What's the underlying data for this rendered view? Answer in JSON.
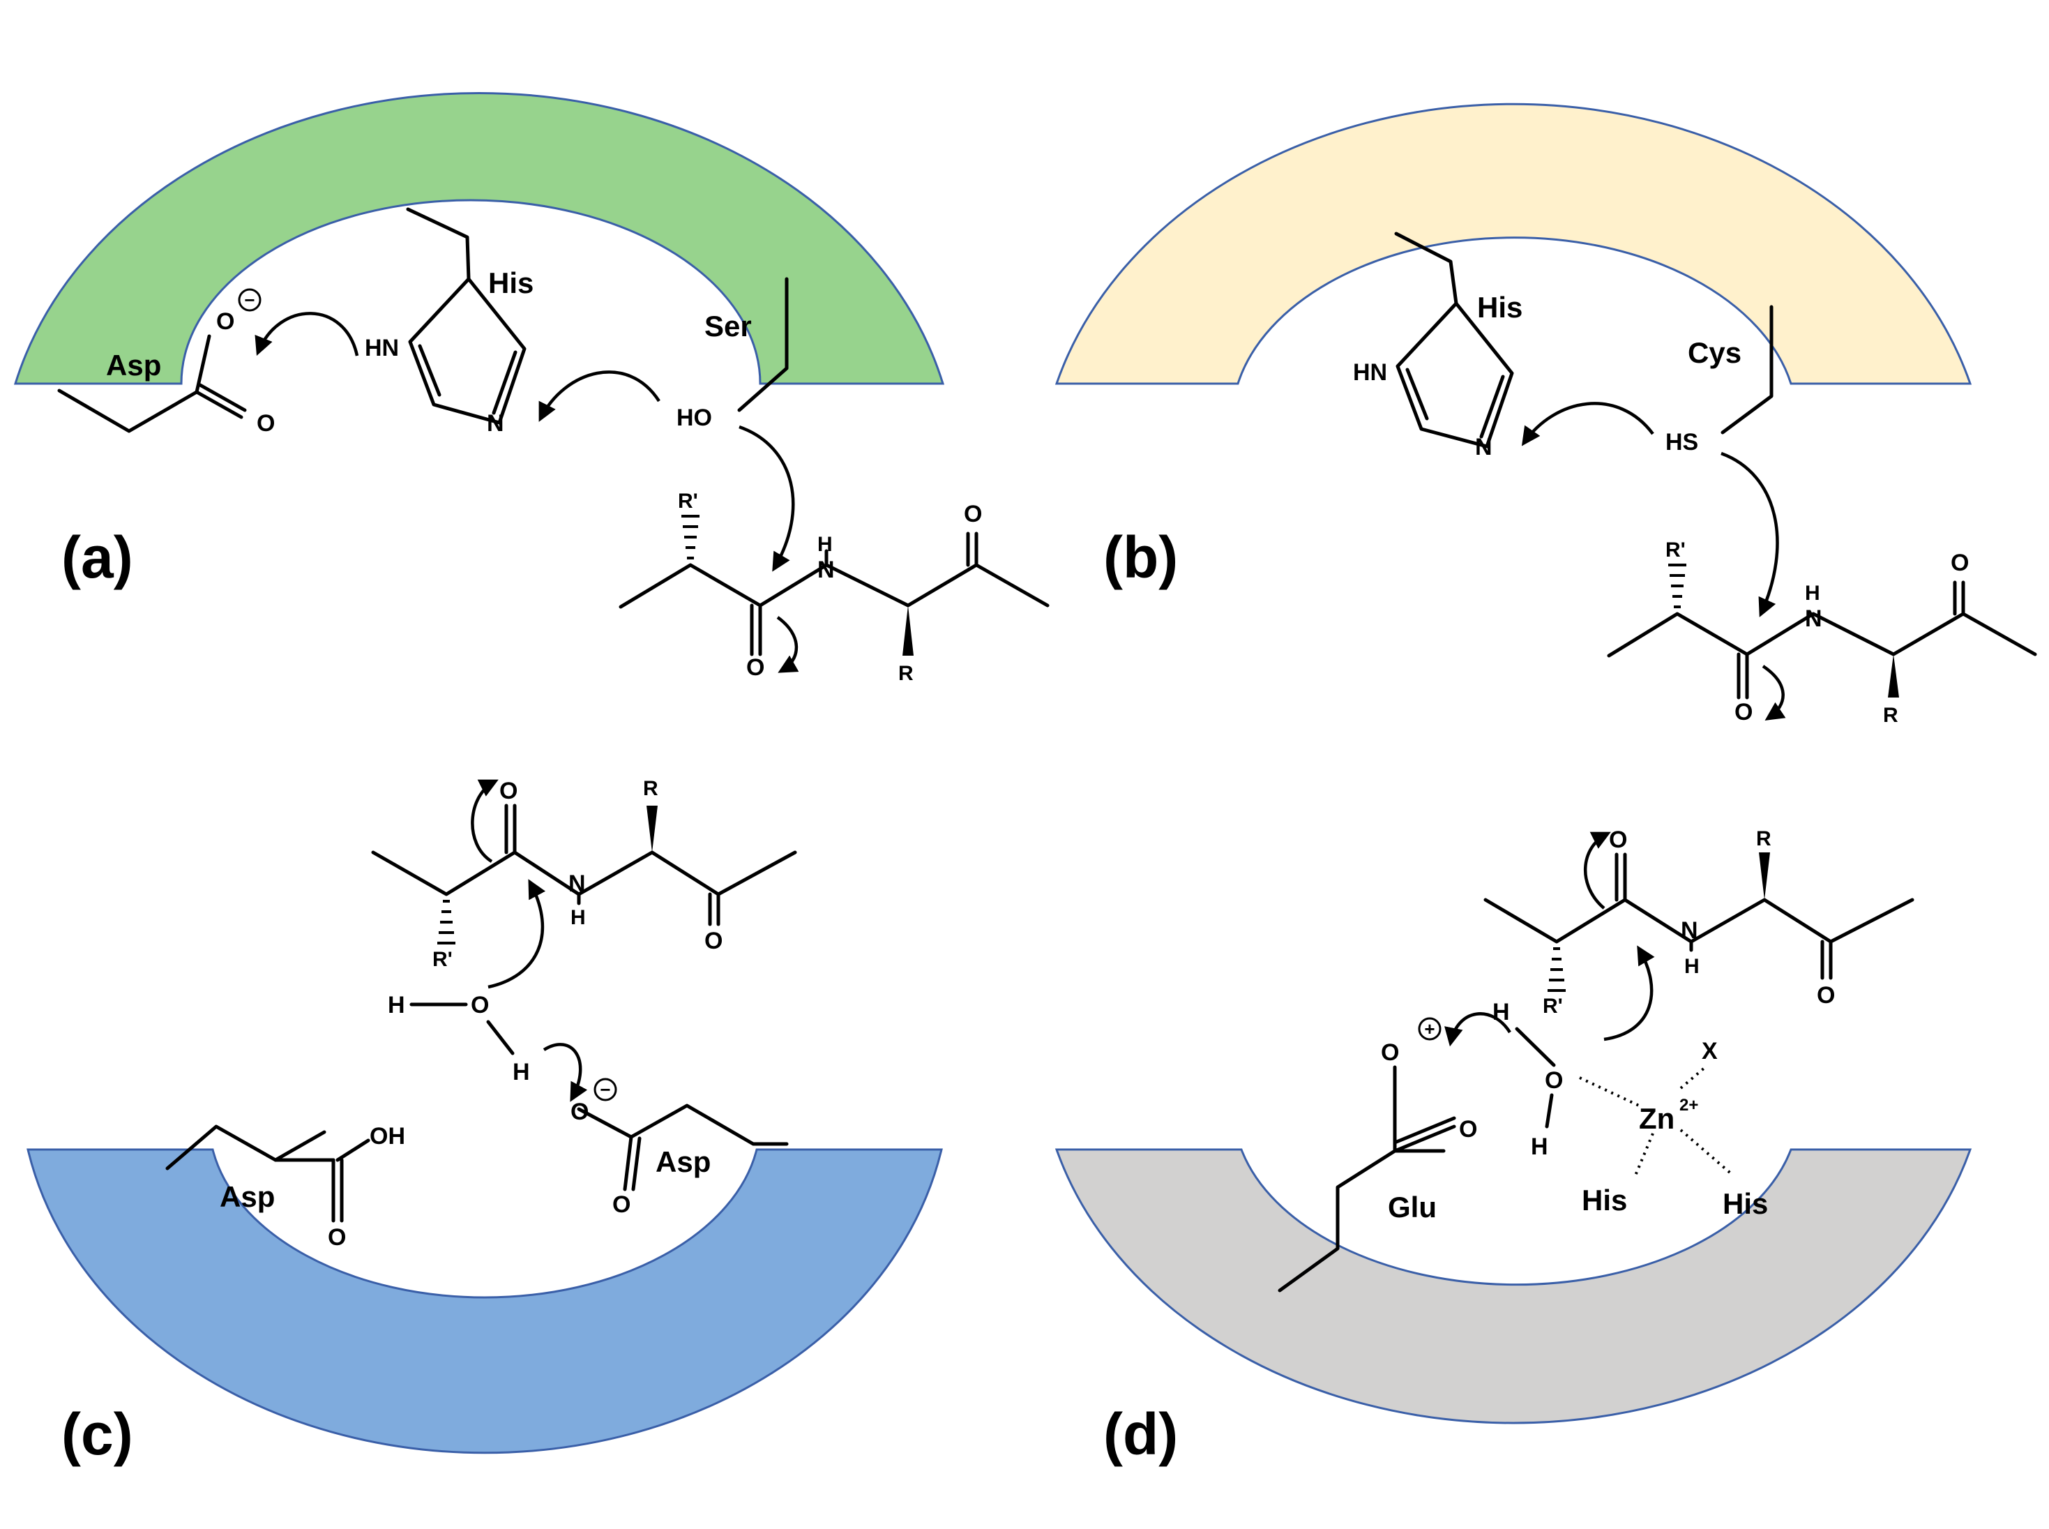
{
  "colors": {
    "pocket_a": "#97d38d",
    "pocket_b": "#fff1cc",
    "pocket_c": "#7fabdd",
    "pocket_d": "#d2d1d0",
    "outline": "#3a5fa8"
  },
  "panels": {
    "a": {
      "label": "(a)",
      "residues": {
        "asp": "Asp",
        "his": "His",
        "ser": "Ser"
      },
      "atoms": {
        "carboxylate_o": "O",
        "carboxyl_o": "O",
        "his_nh": "HN",
        "his_n": "N",
        "ser_oh": "HO",
        "amide_h": "H",
        "amide_n": "N",
        "carbonyl_o": "O",
        "ketone_o": "O",
        "r_prime": "R'",
        "r": "R"
      },
      "charge": "−"
    },
    "b": {
      "label": "(b)",
      "residues": {
        "his": "His",
        "cys": "Cys"
      },
      "atoms": {
        "his_nh": "HN",
        "his_n": "N",
        "cys_sh": "HS",
        "amide_h": "H",
        "amide_n": "N",
        "carbonyl_o": "O",
        "ketone_o": "O",
        "r_prime": "R'",
        "r": "R"
      }
    },
    "c": {
      "label": "(c)",
      "residues": {
        "asp_left": "Asp",
        "asp_right": "Asp"
      },
      "atoms": {
        "carbonyl_o": "O",
        "amide_n": "N",
        "amide_h": "H",
        "r": "R",
        "ketone_o": "O",
        "r_prime": "R'",
        "water_h1": "H",
        "water_o": "O",
        "water_h2": "H",
        "asp_oh": "OH",
        "asp_o": "O",
        "asp2_o_minus": "O",
        "asp2_o": "O"
      },
      "charge": "−"
    },
    "d": {
      "label": "(d)",
      "residues": {
        "glu": "Glu",
        "his1": "His",
        "his2": "His"
      },
      "atoms": {
        "carbonyl_o": "O",
        "amide_n": "N",
        "amide_h": "H",
        "r": "R",
        "ketone_o": "O",
        "r_prime": "R'",
        "water_h1": "H",
        "water_o": "O",
        "water_h2": "H",
        "glu_o1": "O",
        "glu_o2": "O",
        "ligand_x": "X",
        "zinc": "Zn",
        "zinc_charge": "2+"
      },
      "charge": "+"
    }
  }
}
